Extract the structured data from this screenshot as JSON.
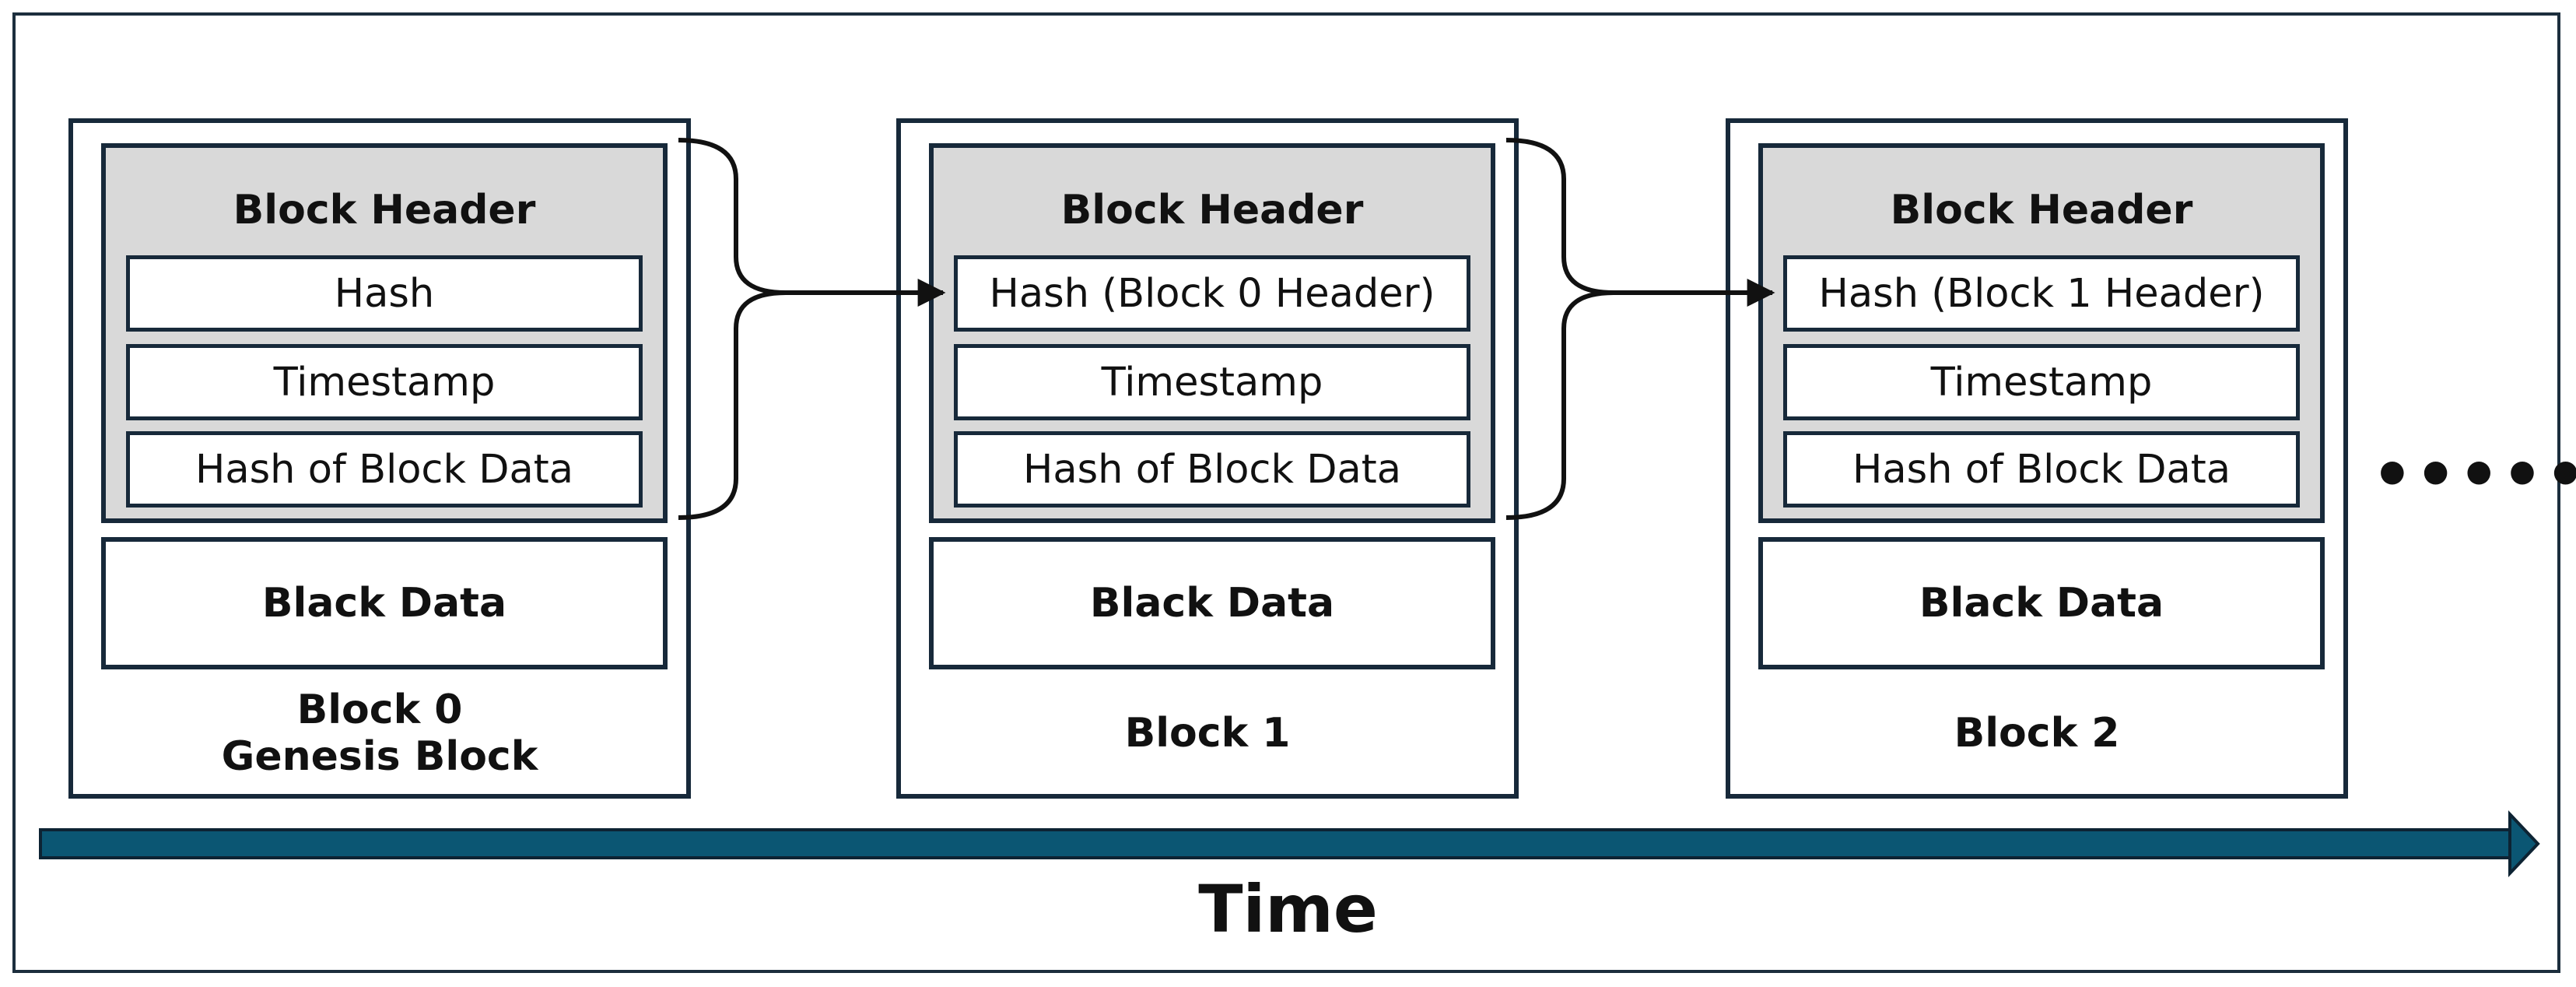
{
  "blocks": [
    {
      "header_title": "Block Header",
      "fields": [
        "Hash",
        "Timestamp",
        "Hash of Block Data"
      ],
      "data_label": "Black Data",
      "label_lines": [
        "Block 0",
        "Genesis Block"
      ]
    },
    {
      "header_title": "Block Header",
      "fields": [
        "Hash (Block 0 Header)",
        "Timestamp",
        "Hash of Block Data"
      ],
      "data_label": "Black Data",
      "label_lines": [
        "Block 1"
      ]
    },
    {
      "header_title": "Block Header",
      "fields": [
        "Hash (Block 1 Header)",
        "Timestamp",
        "Hash of Block Data"
      ],
      "data_label": "Black Data",
      "label_lines": [
        "Block 2"
      ]
    }
  ],
  "continuation": "•••••••",
  "timeline": {
    "label": "Time",
    "color": "#0b5673"
  },
  "colors": {
    "border": "#17293a",
    "header_fill": "#d9d9d9"
  }
}
